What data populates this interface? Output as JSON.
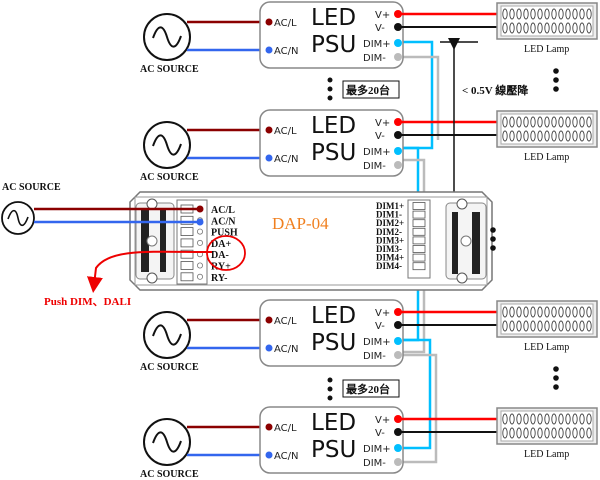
{
  "colors": {
    "line": "#8b0000",
    "neutral": "#3366ee",
    "vplus": "#ff0000",
    "vminus": "#111111",
    "dimplus": "#00bfff",
    "dimminus": "#bbbbbb",
    "dap_title": "#f08020",
    "callout": "#ee0000"
  },
  "psu": {
    "title_line1": "LED",
    "title_line2": "PSU",
    "pin_acl": "AC/L",
    "pin_acn": "AC/N",
    "pin_vplus": "V+",
    "pin_vminus": "V-",
    "pin_dimplus": "DIM+",
    "pin_dimminus": "DIM-"
  },
  "ac_source_label": "AC SOURCE",
  "lamp_label": "LED Lamp",
  "max_units_label": "最多20台",
  "voltage_drop_label": "< 0.5V 線壓降",
  "dap": {
    "title": "DAP-04",
    "left_pins": [
      "AC/L",
      "AC/N",
      "PUSH",
      "DA+",
      "DA-",
      "RY+",
      "RY-"
    ],
    "right_pins": [
      "DIM1+",
      "DIM1-",
      "DIM2+",
      "DIM2-",
      "DIM3+",
      "DIM3-",
      "DIM4+",
      "DIM4-"
    ]
  },
  "callout_label": "Push DIM、DALI"
}
